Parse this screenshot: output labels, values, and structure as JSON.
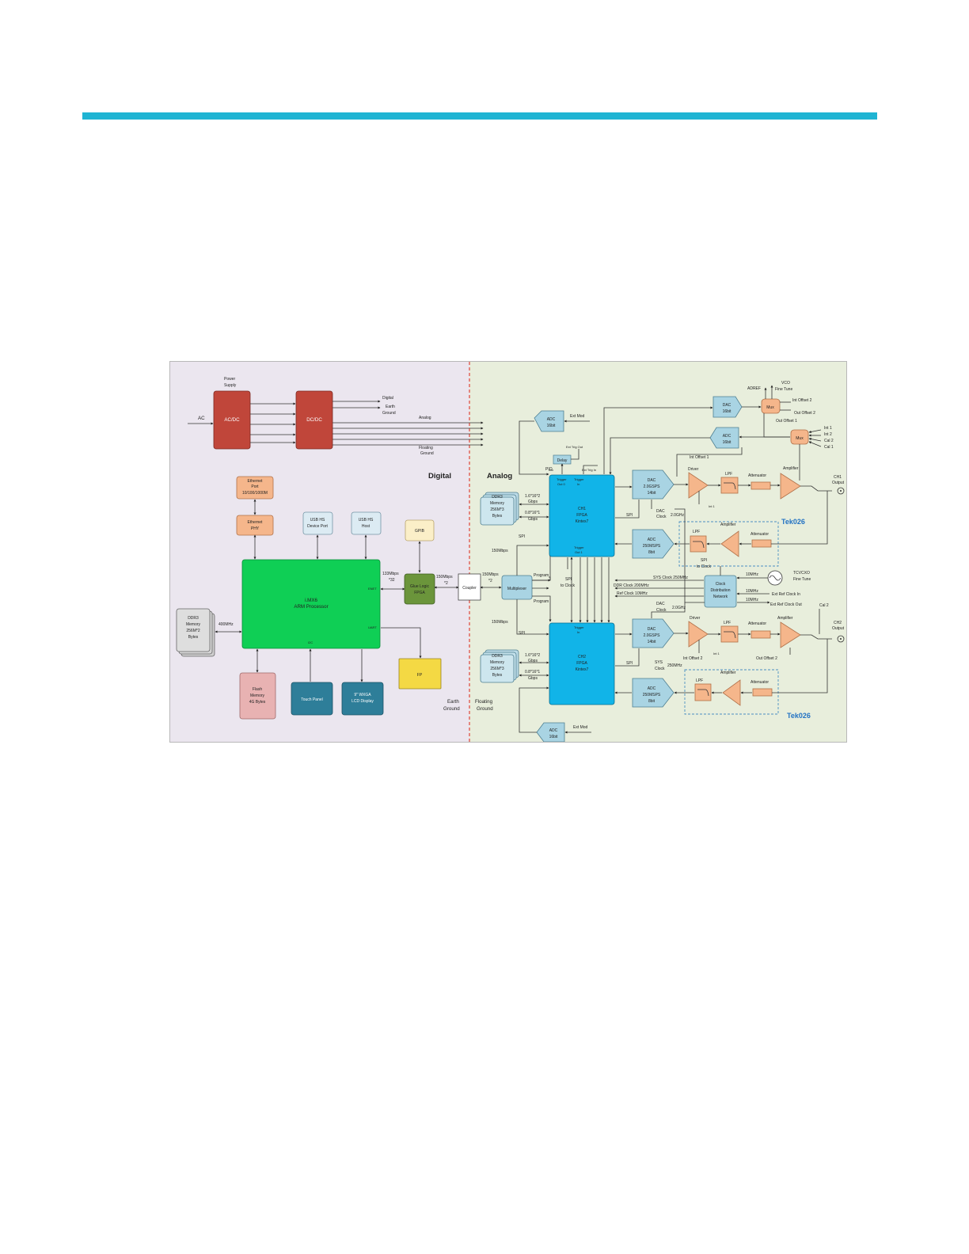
{
  "colors": {
    "accent_rule": "#1fb4d3",
    "digital_bg": "#ebe6ef",
    "analog_bg": "#e8eedc",
    "power_block": "#c0463a",
    "imx_block": "#0fcf55",
    "fpga_block": "#11b4e8",
    "analog_block": "#a9d4e3",
    "salmon_block": "#f5b68b",
    "teal_block": "#2e7e99",
    "olive_block": "#6b953b",
    "yellow_block": "#f4d944",
    "divider": "#e0443a",
    "tek_label": "#2272c3"
  },
  "diagram": {
    "regions": {
      "digital": "Digital",
      "analog": "Analog"
    },
    "grounds": {
      "earth": [
        "Earth",
        "Ground"
      ],
      "floating": [
        "Floating",
        "Ground"
      ]
    },
    "power": {
      "supply": [
        "Power",
        "Supply"
      ],
      "ac": "AC",
      "acdc": "AC/DC",
      "dcdc": "DC/DC",
      "rails": [
        "Digital",
        "Earth",
        "Ground",
        "Analog",
        "Floating",
        "Ground"
      ]
    },
    "digital_blocks": {
      "ethernet_port": [
        "Ethernet",
        "Port",
        "10/100/1000M"
      ],
      "ethernet_phy": [
        "Ethernet",
        "PHY"
      ],
      "usb_device": [
        "USB HS",
        "Device Port"
      ],
      "usb_host": [
        "USB HS",
        "Host"
      ],
      "gpib": "GPIB",
      "processor": [
        "i.MX6",
        "ARM Processor"
      ],
      "processor_ports": {
        "enet": "ENET",
        "uart": "UART",
        "i2c": "I2C"
      },
      "ddr3_main": [
        "DDR3",
        "Memory",
        "256M*2",
        "Bytes"
      ],
      "ddr3_speed": "400MHz",
      "flash": [
        "Flash",
        "Memory",
        "4G Bytes"
      ],
      "touch_panel": "Touch Panel",
      "lcd": [
        "9\" WXGA",
        "LCD Display"
      ],
      "glue_fpga": [
        "Glue Logic",
        "FPGA"
      ],
      "fp": "FP",
      "coupler": "Coupler",
      "link_133": [
        "133Mbps",
        "*32"
      ],
      "link_150_a": [
        "150Mbps",
        "*2"
      ],
      "link_150_b": [
        "150Mbps",
        "*2"
      ]
    },
    "analog_blocks": {
      "ch1_fpga": [
        "CH1",
        "FPGA",
        "Kintex7"
      ],
      "ch2_fpga": [
        "CH2",
        "FPGA",
        "Kintex7"
      ],
      "ddr3_ch1": [
        "DDR3",
        "Memory",
        "256M*3",
        "Bytes"
      ],
      "ddr3_ch2": [
        "DDR3",
        "Memory",
        "256M*3",
        "Bytes"
      ],
      "ddr_speed_1": [
        "1.6*16*2",
        "Gbps"
      ],
      "ddr_speed_2": [
        "0.8*16*1",
        "Gbps"
      ],
      "multiplexer": "Multiplexer",
      "program": "Program",
      "spi": "SPI",
      "spi_to_clock": [
        "SPI",
        "to Clock"
      ],
      "mbps150": "150Mbps",
      "adc16": [
        "ADC",
        "16bit"
      ],
      "ext_mod": "Ext Mod",
      "delay": "Delay",
      "pio": "PIO",
      "ext_trig_out": "Ext Trig Out",
      "ext_trig_in": "Ext Trig In",
      "trigger_out": [
        "Trigger",
        "Out 0"
      ],
      "trigger_in": [
        "Trigger",
        "In"
      ],
      "trigger_out1": [
        "Trigger",
        "Out 1"
      ],
      "dac_main": [
        "DAC",
        "2.0GSPS",
        "14bit"
      ],
      "dac_clock": [
        "DAC",
        "Clock"
      ],
      "clk_2ghz": "2.0GHz",
      "adc_main": [
        "ADC",
        "250MSPS",
        "8bit"
      ],
      "driver": "Driver",
      "lpf": "LPF",
      "attenuator": "Attenuator",
      "amplifier": "Amplifier",
      "ch1_output": [
        "CH1",
        "Output"
      ],
      "ch2_output": [
        "CH2",
        "Output"
      ],
      "int1": "Int 1",
      "tek026": "Tek026",
      "dac16": [
        "DAC",
        "16bit"
      ],
      "mux": "Mux",
      "adref": "ADREF",
      "vco_fine_tune": [
        "VCO",
        "Fine Tune"
      ],
      "int_offset_2": "Int Offset 2",
      "out_offset_2": "Out Offset 2",
      "out_offset_1": "Out Offset 1",
      "int_offset_1": "Int Offset 1",
      "mux_inputs": [
        "Int 1",
        "Int 2",
        "Cal 2",
        "Cal 1"
      ],
      "cal2": "Cal 2",
      "sys_clock_250": "SYS Clock  250MHz",
      "ddr_clock": "DDR Clock   200MHz",
      "ref_clock": "Ref Clock   10MHz",
      "clock_network": [
        "Clock",
        "Distribution",
        "Network"
      ],
      "tcvcxo": [
        "TCVCXO",
        "Fine Tune"
      ],
      "mhz10": "10MHz",
      "ext_ref_clock_in": "Ext Ref Clock In",
      "ext_ref_clock_out": "Ext Ref Clock Out",
      "sys_clock_2": [
        "SYS",
        "Clock"
      ],
      "mhz250": "250MHz"
    }
  }
}
